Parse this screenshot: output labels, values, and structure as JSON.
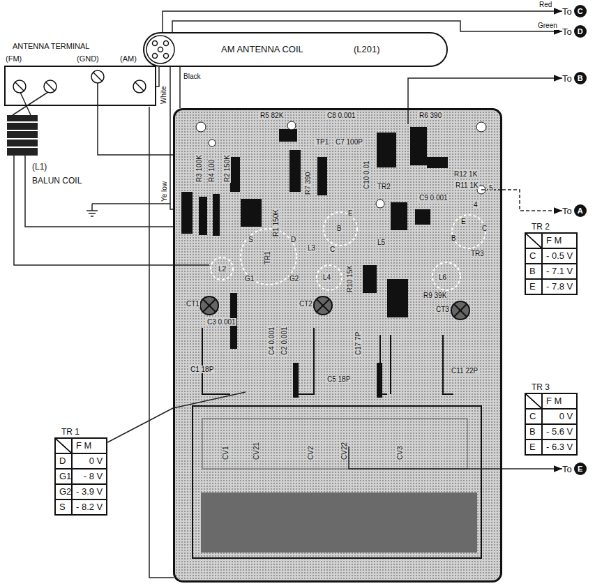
{
  "diagram": {
    "nodes": [
      {
        "text": [
          "AM ANTENNA COIL",
          "(L201)"
        ]
      },
      {
        "text": [
          "ANTENNA TERMINAL",
          "(FM)",
          "(GND)",
          "(AM)"
        ]
      },
      {
        "text": [
          "To",
          "C"
        ]
      },
      {
        "text": [
          "To",
          "D"
        ]
      },
      {
        "text": [
          "To",
          "B"
        ]
      },
      {
        "text": [
          "R5 82K",
          "C8 0.001",
          "R6 390",
          "5",
          "4",
          "R3 100K",
          "R4 100",
          "R2 150K",
          "TP1",
          "C7 100P",
          "R7 390",
          "R1 150K",
          "C10 0.01",
          "R12 1K",
          "R11 1K",
          "C9 0.001",
          "TR1",
          "TR2",
          "TR3",
          "L2",
          "L3",
          "L4",
          "L5",
          "L6",
          "R10 15K",
          "R9 39K",
          "S",
          "D",
          "G1",
          "G2",
          "E",
          "B",
          "C",
          "E",
          "B",
          "C",
          "C3 0.001",
          "C4 0.001",
          "C2 0.001",
          "C17 7P",
          "C1 18P",
          "C5 18P",
          "C11 22P",
          "CT1",
          "CT2",
          "CT3",
          "CV1",
          "CV21",
          "CV2",
          "CV22",
          "CV3"
        ]
      },
      {
        "text": [
          "To",
          "A"
        ]
      },
      {
        "text": [
          "TR 2",
          "F M",
          "C",
          "- 0.5 V",
          "B",
          "- 7.1 V",
          "E",
          "- 7.8 V"
        ]
      },
      {
        "text": [
          "TR 3",
          "F M",
          "C",
          "0 V",
          "B",
          "- 5.6 V",
          "E",
          "- 6.3 V"
        ]
      },
      {
        "text": [
          "TR 1",
          "F M",
          "D",
          "0 V",
          "G1",
          "- 8 V",
          "G2",
          "- 3.9 V",
          "S",
          "- 8.2 V"
        ]
      },
      {
        "text": [
          "To",
          "E"
        ]
      }
    ],
    "edges": [
      {
        "from": 0,
        "to": 2,
        "arrow": "to",
        "label": "Red"
      },
      {
        "from": 0,
        "to": 3,
        "arrow": "to",
        "label": "Green"
      },
      {
        "from": 5,
        "to": 4,
        "arrow": "to"
      },
      {
        "from": 5,
        "to": 6,
        "arrow": "to"
      },
      {
        "from": 5,
        "to": 10,
        "arrow": "to"
      },
      {
        "from": 1,
        "to": 0,
        "arrow": "none",
        "label": "White"
      },
      {
        "from": 0,
        "to": 5,
        "arrow": "none",
        "label": "Black"
      },
      {
        "from": 0,
        "to": 5,
        "arrow": "none",
        "label": "Ye low"
      },
      {
        "from": 1,
        "to": 5,
        "arrow": "none"
      },
      {
        "from": 9,
        "to": 5,
        "arrow": "none"
      }
    ],
    "labels": [
      "(L1)",
      "BALUN COIL"
    ]
  }
}
